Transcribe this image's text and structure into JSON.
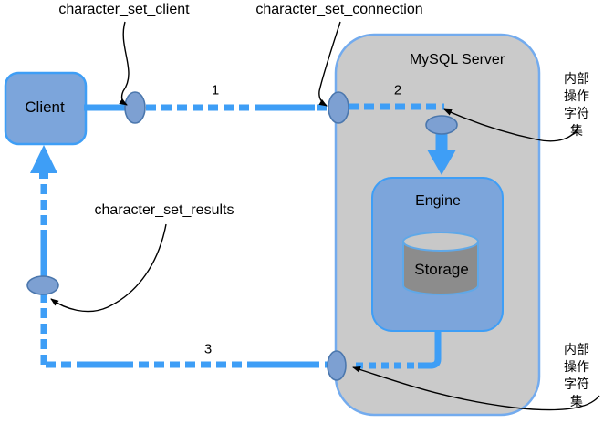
{
  "diagram": {
    "title": "MySQL character set conversion flow",
    "labels": {
      "charset_client": "character_set_client",
      "charset_connection": "character_set_connection",
      "charset_results": "character_set_results",
      "internal_top": "内部\n操作字符集",
      "internal_bottom": "内部\n操作字符集",
      "step1": "1",
      "step2": "2",
      "step3": "3"
    },
    "nodes": {
      "client": "Client",
      "server": "MySQL Server",
      "engine": "Engine",
      "storage": "Storage"
    },
    "colors": {
      "flow_blue": "#3E9EF6",
      "node_fill": "#7CA5DB",
      "node_stroke": "#3E9EF6",
      "ellipse_fill": "#7DA0D2",
      "ellipse_stroke": "#4B77AD",
      "server_fill": "#CACACA",
      "server_stroke": "#73ABEE",
      "cylinder_body": "#8C8C8C",
      "cylinder_top": "#C8C8C8",
      "cylinder_stroke": "#5FA8E8",
      "annotation": "#000000",
      "text": "#000000"
    }
  }
}
